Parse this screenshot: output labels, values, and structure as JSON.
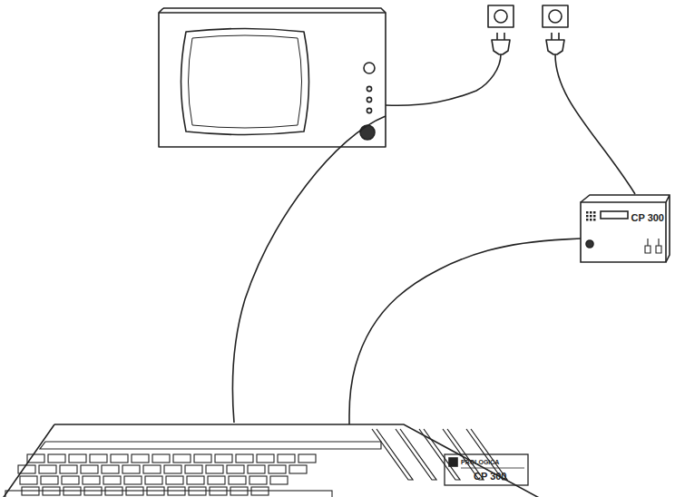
{
  "diagram": {
    "nodes": [
      {
        "text": [
          "CP 300"
        ]
      },
      {
        "text": [
          "PROLOGICA",
          "CP 300"
        ]
      }
    ],
    "edges": [
      {
        "from": 0,
        "to": 1,
        "arrow": "none"
      }
    ]
  }
}
